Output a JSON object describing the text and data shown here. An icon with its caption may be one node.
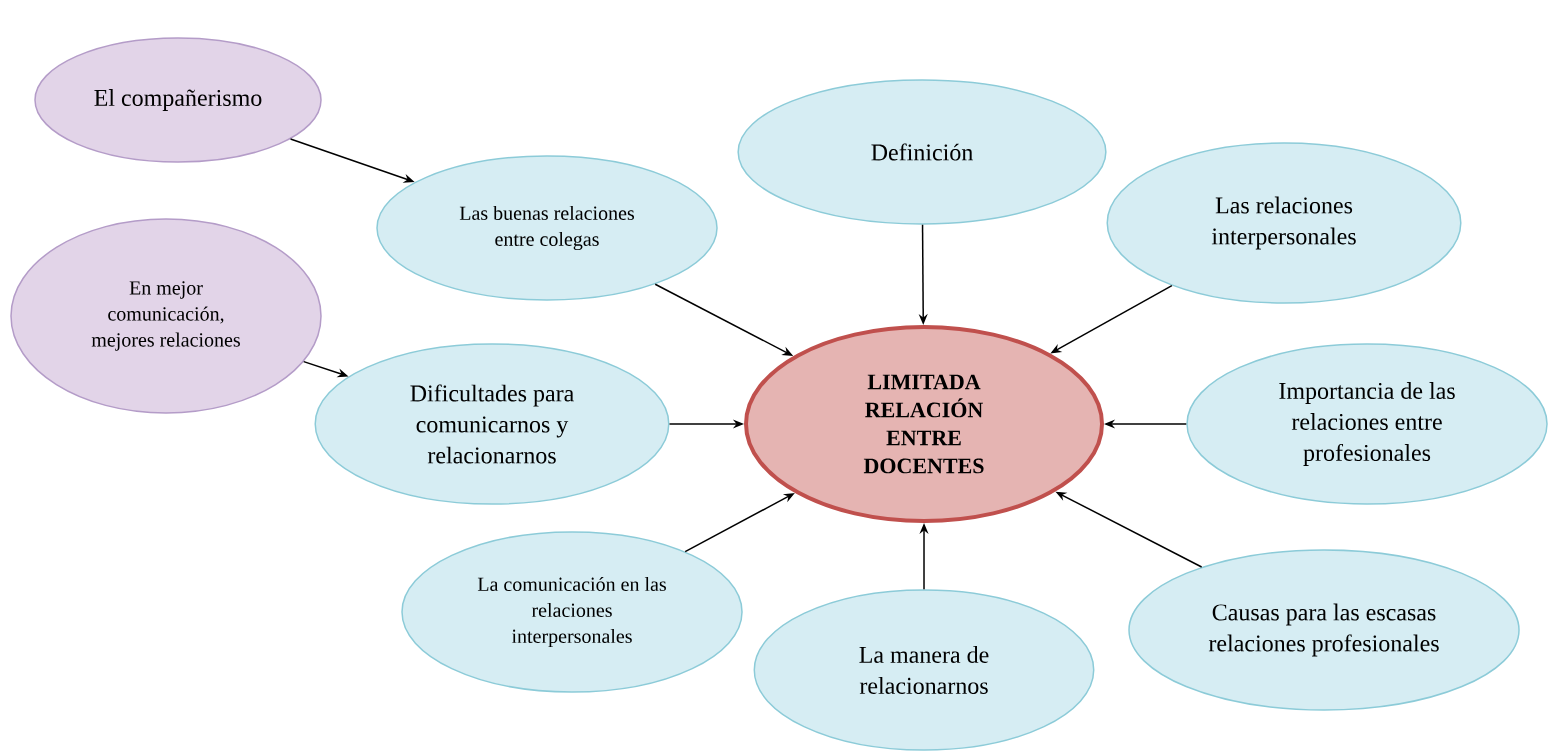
{
  "diagram": {
    "nodes": [
      {
        "text": [
          "El compañerismo"
        ]
      },
      {
        "text": [
          "Definición"
        ]
      },
      {
        "text": [
          "Las buenas relaciones entre colegas"
        ]
      },
      {
        "text": [
          "Las relaciones interpersonales"
        ]
      },
      {
        "text": [
          "En mejor comunicación, mejores relaciones"
        ]
      },
      {
        "text": [
          "Dificultades para comunicarnos y relacionarnos"
        ]
      },
      {
        "text": [
          "LIMITADA RELACIÓN ENTRE DOCENTES"
        ]
      },
      {
        "text": [
          "Importancia de las relaciones entre profesionales"
        ]
      },
      {
        "text": [
          "La comunicación en las relaciones interpersonales"
        ]
      },
      {
        "text": [
          "Causas para las escasas relaciones profesionales"
        ]
      },
      {
        "text": [
          "La manera de relacionarnos"
        ]
      }
    ],
    "edges": [
      {
        "from": 0,
        "to": 2,
        "arrow": "to"
      },
      {
        "from": 4,
        "to": 5,
        "arrow": "to"
      },
      {
        "from": 2,
        "to": 6,
        "arrow": "to"
      },
      {
        "from": 1,
        "to": 6,
        "arrow": "to"
      },
      {
        "from": 3,
        "to": 6,
        "arrow": "to"
      },
      {
        "from": 5,
        "to": 6,
        "arrow": "to"
      },
      {
        "from": 7,
        "to": 6,
        "arrow": "to"
      },
      {
        "from": 8,
        "to": 6,
        "arrow": "to"
      },
      {
        "from": 10,
        "to": 6,
        "arrow": "to"
      },
      {
        "from": 9,
        "to": 6,
        "arrow": "to"
      }
    ]
  }
}
